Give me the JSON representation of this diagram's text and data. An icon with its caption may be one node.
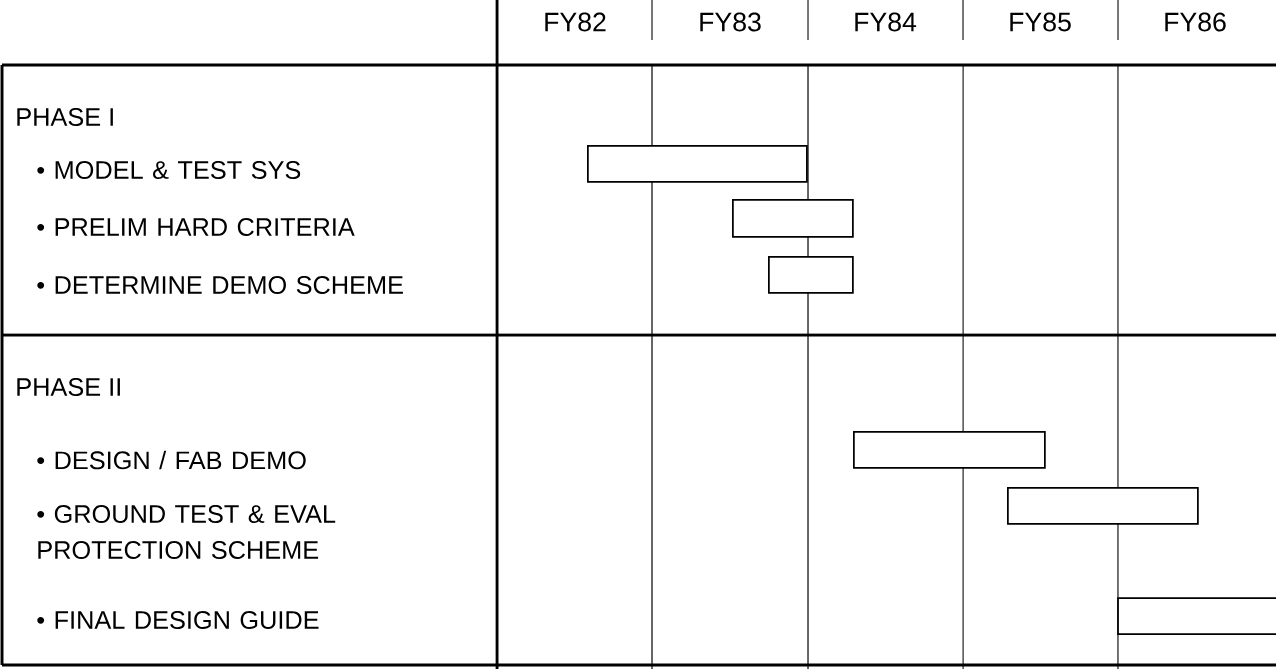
{
  "diagram": {
    "nodes": [
      {
        "text": [],
        "shape": "bar"
      },
      {
        "text": [],
        "shape": "bar"
      },
      {
        "text": [],
        "shape": "bar"
      },
      {
        "text": [],
        "shape": "bar"
      },
      {
        "text": [],
        "shape": "bar"
      },
      {
        "text": [],
        "shape": "bar"
      }
    ],
    "labels": [
      "FY82",
      "FY83",
      "FY84",
      "FY85",
      "FY86",
      "PHASE I",
      "• MODEL & TEST SYS",
      "• PRELIM HARD CRITERIA",
      "• DETERMINE DEMO SCHEME",
      "PHASE II",
      "• DESIGN / FAB DEMO",
      "• GROUND TEST & EVAL PROTECTION SCHEME",
      "• FINAL DESIGN GUIDE"
    ]
  }
}
